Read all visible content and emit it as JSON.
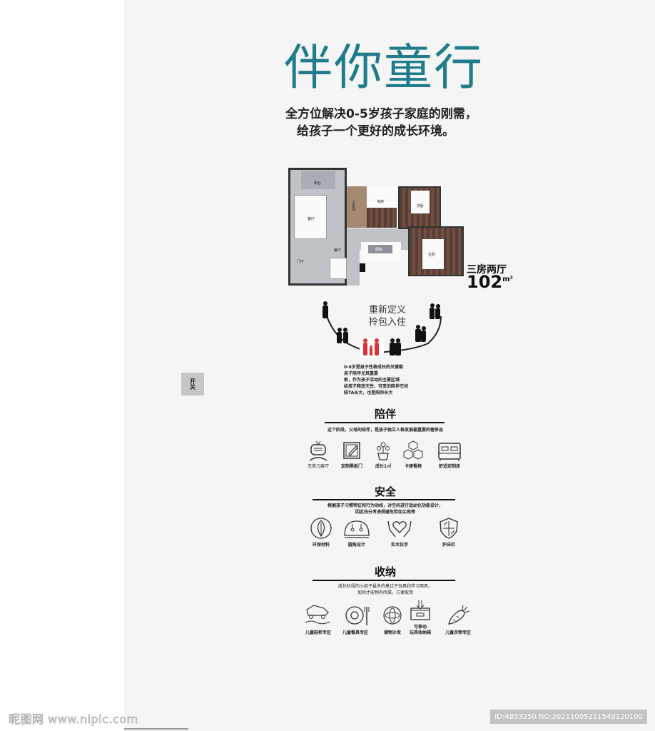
{
  "header": {
    "title": "伴你童行",
    "subtitle_line1": "全方位解决0-5岁孩子家庭的刚需，",
    "subtitle_line2": "给孩子一个更好的成长环境。"
  },
  "floor_plan": {
    "rooms": {
      "balcony": "阳台",
      "living": "客厅",
      "bathroom": "卫生间",
      "study": "书房",
      "second_bedroom": "次卧",
      "master_bedroom": "主卧",
      "kitchen": "厨房",
      "dining": "餐厅",
      "entry": "门厅"
    },
    "caption": "三房两厅",
    "area_value": "102",
    "area_unit": "m²"
  },
  "lifecycle": {
    "line1": "重新定义",
    "line2": "拎包入住",
    "accent_color": "#d9343a"
  },
  "intro": {
    "lines": [
      "0-6岁是孩子性格成长的关键期",
      "亲子陪伴尤其重要",
      "家，作为孩子活动的主要区域",
      "给孩子释放天性，可变的陪伴空间",
      "陪TA长大，也是陪你长大"
    ]
  },
  "side_button": {
    "label": "开关"
  },
  "sections": [
    {
      "title": "陪伴",
      "desc_line1": "这个阶段，父母的陪伴，是孩子独立人格发展最重要的奢侈品",
      "desc_line2": "",
      "items": [
        {
          "icon": "tv-icon",
          "label": "无茶几客厅"
        },
        {
          "icon": "drawing-board-icon",
          "label": "定制黑板门"
        },
        {
          "icon": "flower-pot-icon",
          "label": "成长1㎡"
        },
        {
          "icon": "cubes-icon",
          "label": "卡座餐椅"
        },
        {
          "icon": "bed-icon",
          "label": "舒适定制床"
        }
      ]
    },
    {
      "title": "安全",
      "desc_line1": "根据孩子习惯特征和行为动线，对空间进行适幼化功能设计，",
      "desc_line2": "因此充分考虑规避危险如尖角等",
      "items": [
        {
          "icon": "leaf-icon",
          "label": "环保材料"
        },
        {
          "icon": "rounded-corner-icon",
          "label": "圆角设计"
        },
        {
          "icon": "hands-heart-icon",
          "label": "实木拉手"
        },
        {
          "icon": "shield-icon",
          "label": "护床栏"
        }
      ]
    },
    {
      "title": "收纳",
      "desc_line1": "成长阶段的小孩子最多的莫过于玩具和学习用具，",
      "desc_line2": "如何才能物有所属，方便取用",
      "items": [
        {
          "icon": "toy-car-icon",
          "label": "儿童鞋柜专区"
        },
        {
          "icon": "donut-fork-icon",
          "label": "儿童餐具专区"
        },
        {
          "icon": "flower-storage-icon",
          "label": "储物沙发"
        },
        {
          "icon": "storage-box-icon",
          "label": "可移动\n玩具收纳箱",
          "label_line1": "可移动",
          "label_line2": "玩具收纳箱"
        },
        {
          "icon": "carrot-icon",
          "label": "儿童衣物专区"
        }
      ]
    }
  ],
  "watermark": {
    "left": "昵图网 www.nipic.com",
    "right": "ID:4853250 NO:20211005211549120100"
  }
}
